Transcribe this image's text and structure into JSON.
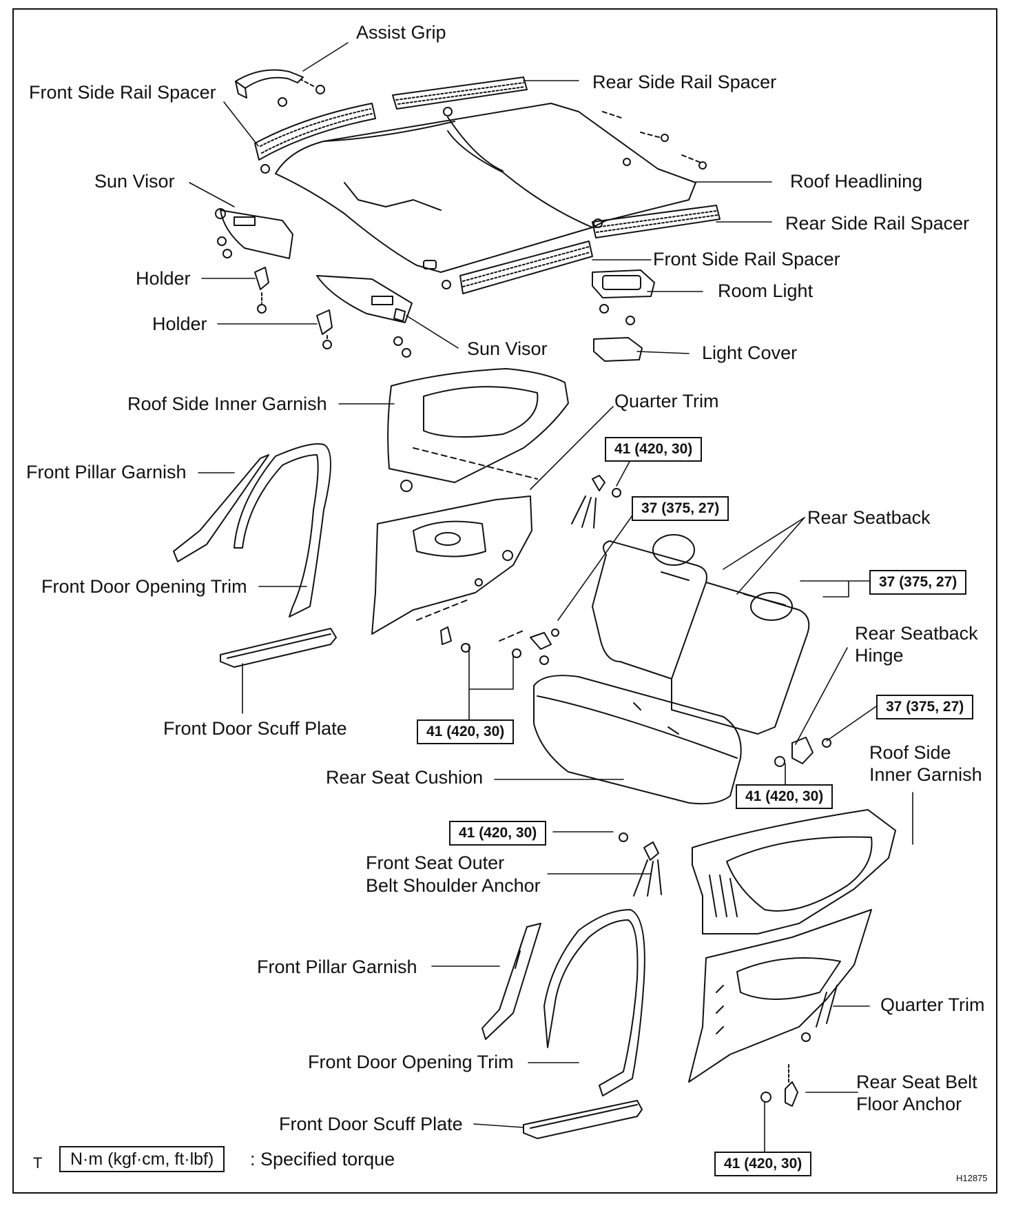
{
  "labels": {
    "assist_grip": "Assist Grip",
    "front_side_rail_spacer_1": "Front Side Rail Spacer",
    "rear_side_rail_spacer_1": "Rear Side Rail Spacer",
    "sun_visor_1": "Sun Visor",
    "roof_headlining": "Roof Headlining",
    "rear_side_rail_spacer_2": "Rear Side Rail Spacer",
    "front_side_rail_spacer_2": "Front Side Rail Spacer",
    "holder_1": "Holder",
    "room_light": "Room Light",
    "holder_2": "Holder",
    "sun_visor_2": "Sun Visor",
    "light_cover": "Light Cover",
    "roof_side_inner_garnish_1": "Roof Side Inner Garnish",
    "quarter_trim_1": "Quarter Trim",
    "front_pillar_garnish_1": "Front Pillar Garnish",
    "rear_seatback": "Rear Seatback",
    "front_door_opening_trim_1": "Front Door Opening Trim",
    "rear_seatback_hinge_l1": "Rear Seatback",
    "rear_seatback_hinge_l2": "Hinge",
    "front_door_scuff_plate_1": "Front Door Scuff Plate",
    "rear_seat_cushion": "Rear Seat Cushion",
    "roof_side_inner_garnish_2_l1": "Roof Side",
    "roof_side_inner_garnish_2_l2": "Inner Garnish",
    "front_seat_outer_belt_l1": "Front Seat Outer",
    "front_seat_outer_belt_l2": "Belt Shoulder Anchor",
    "front_pillar_garnish_2": "Front Pillar Garnish",
    "quarter_trim_2": "Quarter Trim",
    "front_door_opening_trim_2": "Front Door Opening Trim",
    "rear_seat_belt_floor_anchor_l1": "Rear Seat Belt",
    "rear_seat_belt_floor_anchor_l2": "Floor Anchor",
    "front_door_scuff_plate_2": "Front Door Scuff Plate"
  },
  "torques": {
    "t1": "41 (420, 30)",
    "t2": "37 (375, 27)",
    "t3": "37 (375, 27)",
    "t4": "37 (375, 27)",
    "t5": "41 (420, 30)",
    "t6": "41 (420, 30)",
    "t7": "41 (420, 30)",
    "t8": "41 (420, 30)"
  },
  "legend": {
    "marker": "T",
    "unit": "N·m (kgf·cm, ft·lbf)",
    "text": ": Specified torque"
  },
  "figure_code": "H12875"
}
